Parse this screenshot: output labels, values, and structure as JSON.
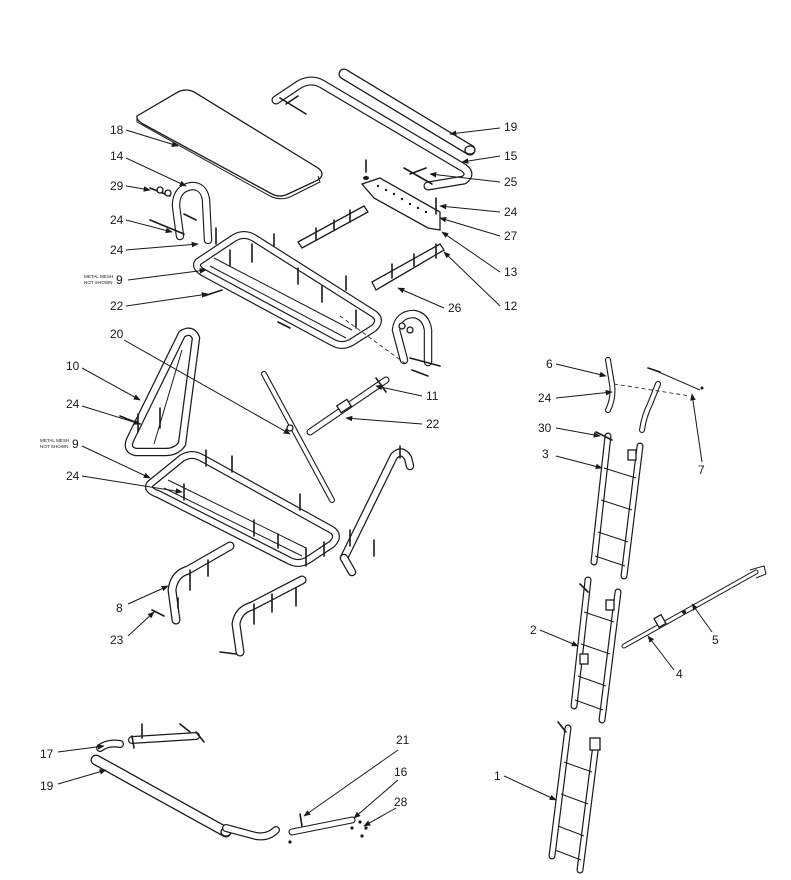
{
  "callouts": [
    {
      "id": "c18",
      "text": "18"
    },
    {
      "id": "c14",
      "text": "14"
    },
    {
      "id": "c29",
      "text": "29"
    },
    {
      "id": "c24a",
      "text": "24"
    },
    {
      "id": "c24b",
      "text": "24"
    },
    {
      "id": "c9a",
      "text": "9"
    },
    {
      "id": "c22a",
      "text": "22"
    },
    {
      "id": "c19a",
      "text": "19"
    },
    {
      "id": "c15",
      "text": "15"
    },
    {
      "id": "c25",
      "text": "25"
    },
    {
      "id": "c24c",
      "text": "24"
    },
    {
      "id": "c27",
      "text": "27"
    },
    {
      "id": "c13",
      "text": "13"
    },
    {
      "id": "c12",
      "text": "12"
    },
    {
      "id": "c26",
      "text": "26"
    },
    {
      "id": "c20",
      "text": "20"
    },
    {
      "id": "c10",
      "text": "10"
    },
    {
      "id": "c24d",
      "text": "24"
    },
    {
      "id": "c9b",
      "text": "9"
    },
    {
      "id": "c24e",
      "text": "24"
    },
    {
      "id": "c11",
      "text": "11"
    },
    {
      "id": "c22b",
      "text": "22"
    },
    {
      "id": "c8",
      "text": "8"
    },
    {
      "id": "c23",
      "text": "23"
    },
    {
      "id": "c6",
      "text": "6"
    },
    {
      "id": "c24f",
      "text": "24"
    },
    {
      "id": "c30",
      "text": "30"
    },
    {
      "id": "c3",
      "text": "3"
    },
    {
      "id": "c7",
      "text": "7"
    },
    {
      "id": "c2",
      "text": "2"
    },
    {
      "id": "c5",
      "text": "5"
    },
    {
      "id": "c4",
      "text": "4"
    },
    {
      "id": "c1",
      "text": "1"
    },
    {
      "id": "c17",
      "text": "17"
    },
    {
      "id": "c19b",
      "text": "19"
    },
    {
      "id": "c21",
      "text": "21"
    },
    {
      "id": "c16",
      "text": "16"
    },
    {
      "id": "c28",
      "text": "28"
    }
  ],
  "notes": {
    "upper_mesh_line1": "METAL MESH",
    "upper_mesh_line2": "NOT SHOWN",
    "lower_mesh_line1": "METAL MESH",
    "lower_mesh_line2": "NOT SHOWN"
  }
}
